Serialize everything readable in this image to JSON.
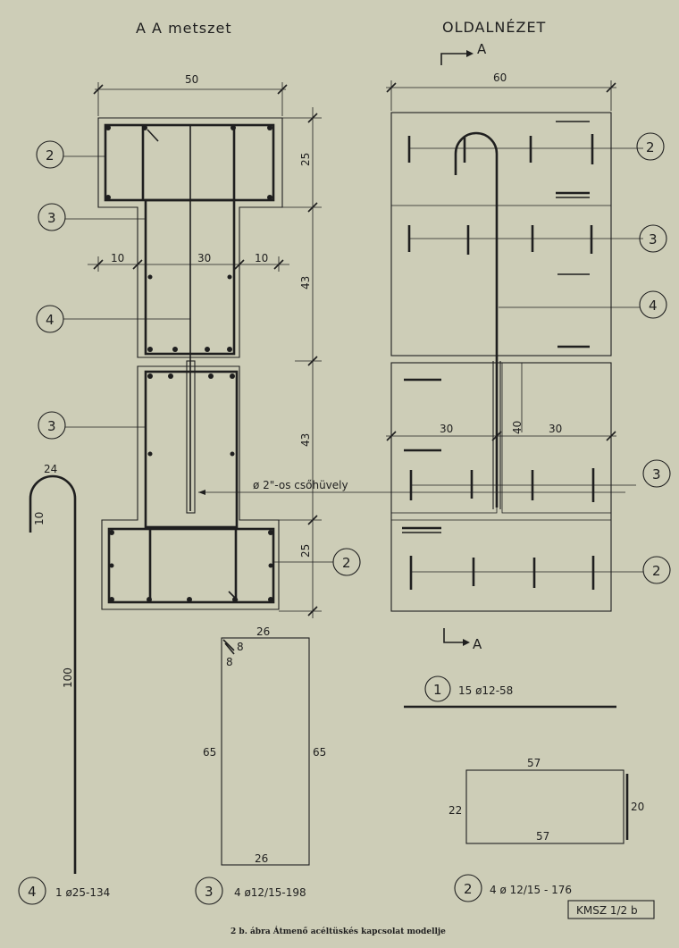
{
  "titles": {
    "section": "A   A metszet",
    "side": "OLDALNÉZET",
    "section_arrow_top": "A",
    "section_arrow_bottom": "A"
  },
  "section_dims": {
    "width_top": "50",
    "left_10": "10",
    "mid_30": "30",
    "right_10": "10",
    "v_25_top": "25",
    "v_43_a": "43",
    "v_43_b": "43",
    "v_25_bot": "25"
  },
  "side_dims": {
    "width_top": "60",
    "left_30": "30",
    "right_30": "30",
    "v_40": "40"
  },
  "callouts": {
    "s2_top": "2",
    "s3_a": "3",
    "s4": "4",
    "s3_b": "3",
    "s2_bot": "2",
    "r2_top": "2",
    "r3_a": "3",
    "r4": "4",
    "r3_b": "3",
    "r2_bot": "2"
  },
  "sleeve_label": "ø 2\"-os csőhüvely",
  "bar4": {
    "top_label": "24",
    "hook_label": "10",
    "length_label": "100",
    "mark": "4",
    "spec": "1 ø25-134"
  },
  "stirrup3": {
    "top": "26",
    "hook_a": "8",
    "hook_b": "8",
    "left": "65",
    "right": "65",
    "bottom": "26",
    "mark": "3",
    "spec": "4  ø12/15-198"
  },
  "bar1": {
    "mark": "1",
    "spec": "15 ø12-58"
  },
  "stirrup2": {
    "top": "57",
    "left": "22",
    "right": "20",
    "bottom": "57",
    "mark": "2",
    "spec": "4  ø 12/15 - 176"
  },
  "stamp": "KMSZ 1/2 b",
  "caption": "2 b. ábra Átmenő acéltüskés kapcsolat modellje"
}
